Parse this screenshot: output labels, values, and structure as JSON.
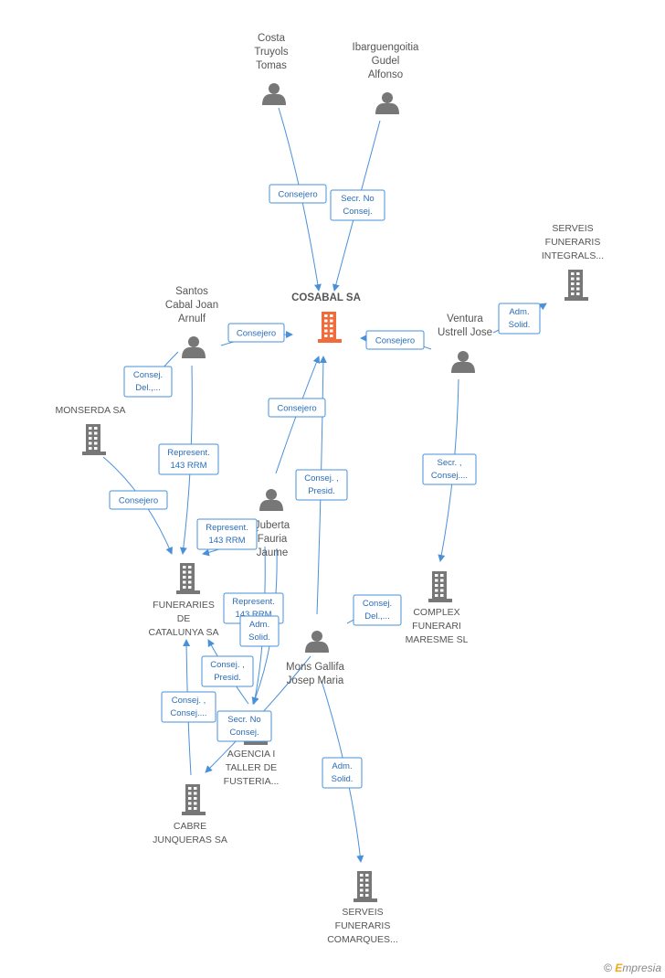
{
  "colors": {
    "edge": "#4a90d9",
    "node": "#777777",
    "main": "#f26b3a"
  },
  "footer": {
    "copyright": "©",
    "brand_initial": "E",
    "brand_rest": "mpresia"
  },
  "nodes": [
    {
      "id": "n1",
      "kind": "person",
      "lines": [
        "Costa",
        "Truyols",
        "Tomas"
      ]
    },
    {
      "id": "n2",
      "kind": "person",
      "lines": [
        "Ibarguengoitia",
        "Gudel",
        "Alfonso"
      ]
    },
    {
      "id": "n3",
      "kind": "company",
      "lines": [
        "SERVEIS",
        "FUNERARIS",
        "INTEGRALS..."
      ]
    },
    {
      "id": "n4",
      "kind": "main",
      "lines": [
        "COSABAL SA"
      ]
    },
    {
      "id": "n5",
      "kind": "person",
      "lines": [
        "Santos",
        "Cabal Joan",
        "Arnulf"
      ]
    },
    {
      "id": "n6",
      "kind": "person",
      "lines": [
        "Ventura",
        "Ustrell Jose"
      ]
    },
    {
      "id": "n7",
      "kind": "company",
      "lines": [
        "MONSERDA SA"
      ]
    },
    {
      "id": "n8",
      "kind": "person",
      "lines": [
        "Juberta",
        "Fauria",
        "Jaume"
      ]
    },
    {
      "id": "n9",
      "kind": "company",
      "lines": [
        "FUNERARIES",
        "DE",
        "CATALUNYA SA"
      ]
    },
    {
      "id": "n10",
      "kind": "company",
      "lines": [
        "COMPLEX",
        "FUNERARI",
        "MARESME  SL"
      ]
    },
    {
      "id": "n11",
      "kind": "person",
      "lines": [
        "Mons Gallifa",
        "Josep Maria"
      ]
    },
    {
      "id": "n12",
      "kind": "company",
      "lines": [
        "AGENCIA I",
        "TALLER DE",
        "FUSTERIA..."
      ]
    },
    {
      "id": "n13",
      "kind": "company",
      "lines": [
        "CABRE",
        "JUNQUERAS SA"
      ]
    },
    {
      "id": "n14",
      "kind": "company",
      "lines": [
        "SERVEIS",
        "FUNERARIS",
        "COMARQUES..."
      ]
    }
  ],
  "edges": [
    {
      "from": "n1",
      "to": "n4",
      "lines": [
        "Consejero"
      ]
    },
    {
      "from": "n2",
      "to": "n4",
      "lines": [
        "Secr.  No",
        "Consej."
      ]
    },
    {
      "from": "n5",
      "to": "n4",
      "lines": [
        "Consejero"
      ]
    },
    {
      "from": "n6",
      "to": "n4",
      "lines": [
        "Consejero"
      ]
    },
    {
      "from": "n6",
      "to": "n3",
      "lines": [
        "Adm.",
        "Solid."
      ]
    },
    {
      "from": "n5",
      "to": "n7",
      "lines": [
        "Consej.",
        "Del.,..."
      ]
    },
    {
      "from": "n8",
      "to": "n4",
      "lines": [
        "Consejero"
      ]
    },
    {
      "from": "n11",
      "to": "n4",
      "lines": [
        "Consej. ,",
        "Presid."
      ]
    },
    {
      "from": "n6",
      "to": "n10",
      "lines": [
        "Secr. ,",
        "Consej...."
      ]
    },
    {
      "from": "n5",
      "to": "n9",
      "lines": [
        "Represent.",
        "143 RRM"
      ]
    },
    {
      "from": "n7",
      "to": "n9",
      "lines": [
        "Consejero"
      ]
    },
    {
      "from": "n8",
      "to": "n9",
      "lines": [
        "Represent.",
        "143 RRM"
      ]
    },
    {
      "from": "n11",
      "to": "n10",
      "lines": [
        "Consej.",
        "Del.,..."
      ]
    },
    {
      "from": "n8",
      "to": "n12",
      "lines": [
        "Represent.",
        "143 RRM"
      ]
    },
    {
      "from": "n8",
      "to": "n12",
      "lines": [
        "Adm.",
        "Solid."
      ]
    },
    {
      "from": "n12",
      "to": "n9",
      "lines": [
        "Consej. ,",
        "Presid."
      ]
    },
    {
      "from": "n13",
      "to": "n9",
      "lines": [
        "Consej. ,",
        "Consej...."
      ]
    },
    {
      "from": "n11",
      "to": "n12",
      "lines": [
        "Secr.  No",
        "Consej."
      ]
    },
    {
      "from": "n11",
      "to": "n14",
      "lines": [
        "Adm.",
        "Solid."
      ]
    }
  ]
}
